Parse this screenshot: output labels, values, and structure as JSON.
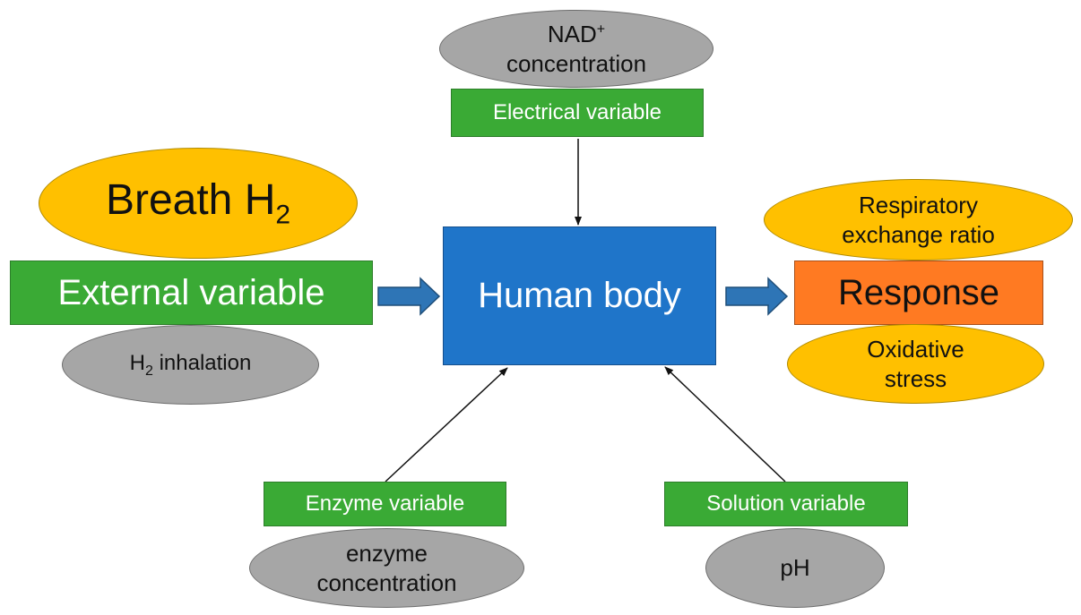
{
  "center": {
    "label": "Human body"
  },
  "external": {
    "title_base": "Breath H",
    "title_sub": "2",
    "variable": "External variable",
    "detail_base": "H",
    "detail_sub": "2",
    "detail_rest": " inhalation"
  },
  "electrical": {
    "detail_base": "NAD",
    "detail_sup": "+",
    "detail_line2": "concentration",
    "variable": "Electrical variable"
  },
  "response": {
    "label": "Response",
    "top_line1": "Respiratory",
    "top_line2": "exchange ratio",
    "bottom_line1": "Oxidative",
    "bottom_line2": "stress"
  },
  "enzyme": {
    "variable": "Enzyme variable",
    "detail_line1": "enzyme",
    "detail_line2": "concentration"
  },
  "solution": {
    "variable": "Solution variable",
    "detail": "pH"
  },
  "colors": {
    "green": "#3aaa35",
    "blue": "#1f75c9",
    "orange": "#ff7a22",
    "yellow": "#ffc000",
    "gray": "#a6a6a6",
    "arrow_blue": "#2e75b6"
  }
}
